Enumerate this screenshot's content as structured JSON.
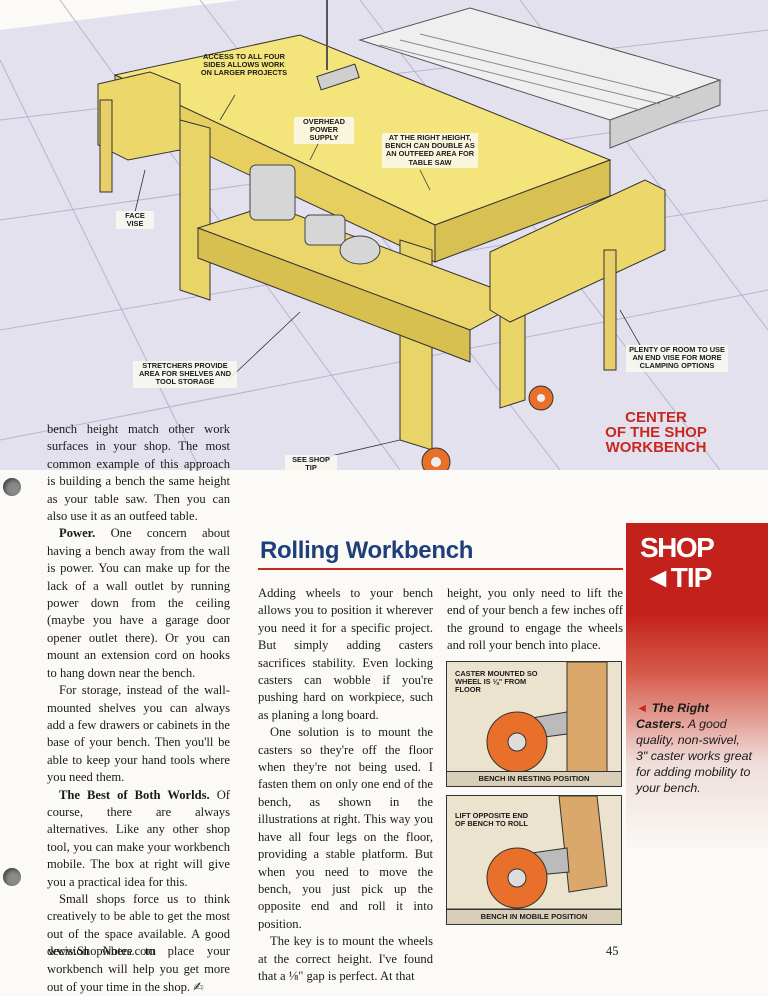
{
  "illustration": {
    "callouts": {
      "access": "ACCESS TO ALL FOUR SIDES ALLOWS WORK ON LARGER PROJECTS",
      "overhead": "OVERHEAD POWER SUPPLY",
      "height": "AT THE RIGHT HEIGHT, BENCH CAN DOUBLE AS AN OUTFEED AREA FOR TABLE SAW",
      "face_vise": "FACE VISE",
      "stretchers": "STRETCHERS PROVIDE AREA FOR SHELVES AND TOOL STORAGE",
      "end_vise": "PLENTY OF ROOM TO USE AN END VISE FOR MORE CLAMPING OPTIONS",
      "shop_tip_ref": "SEE SHOP TIP"
    },
    "title_line1": "CENTER",
    "title_line2": "OF THE SHOP",
    "title_line3": "WORKBENCH",
    "colors": {
      "wood": "#f2e27a",
      "wood_dark": "#c9b24a",
      "floor": "#dcd8ea",
      "caster": "#e8702a",
      "title_red": "#c8281e"
    }
  },
  "column1": {
    "p1": "bench height match other work surfaces in your shop. The most common example of this approach is building a bench the same height as your table saw. Then you can also use it as an outfeed table.",
    "p2_lead": "Power.",
    "p2": " One concern about having a bench away from the wall is power. You can make up for the lack of a wall outlet by running power down from the ceiling (maybe you have a garage door opener outlet there). Or you can mount an extension cord on hooks to hang down near the bench.",
    "p3": "For storage, instead of the wall-mounted shelves you can always add a few drawers or cabinets in the base of your bench. Then you'll be able to keep your hand tools where you need them.",
    "p4_lead": "The Best of Both Worlds.",
    "p4": " Of course, there are always alternatives. Like any other shop tool, you can make your workbench mobile. The box at right will give you a practical idea for this.",
    "p5": "Small shops force us to think creatively to be able to get the most out of the space available. A good decision where to place your workbench will help you get more out of your time in the shop."
  },
  "sidebar": {
    "title": "Rolling Workbench",
    "col2_p1": "Adding wheels to your bench allows you to position it wherever you need it for a specific project. But simply adding casters sacrifices stability. Even locking casters can wobble if you're pushing hard on workpiece, such as planing a long board.",
    "col2_p2": "One solution is to mount the casters so they're off the floor when they're not being used. I fasten them on only one end of the bench, as shown in the illustrations at right. This way you have all four legs on the floor, providing a stable platform. But when you need to move the bench, you just pick up the opposite end and roll it into position.",
    "col2_p3": "The key is to mount the wheels at the correct height. I've found that a ⅛\" gap is perfect. At that",
    "col3_p1": "height, you only need to lift the end of your bench a few inches off the ground to engage the wheels and roll your bench into place.",
    "panel1_label": "CASTER MOUNTED SO WHEEL IS ⅛\" FROM FLOOR",
    "panel1_bar": "BENCH IN RESTING POSITION",
    "panel2_label": "LIFT OPPOSITE END OF BENCH TO ROLL",
    "panel2_bar": "BENCH IN MOBILE POSITION"
  },
  "shop_tip": {
    "word1": "SHOP",
    "word2": "◄TIP",
    "caption_lead": "The Right Casters.",
    "caption": " A good quality, non-swivel, 3\" caster works great for adding mobility to your bench."
  },
  "footer": {
    "url": "www.ShopNotes.com",
    "page": "45"
  }
}
